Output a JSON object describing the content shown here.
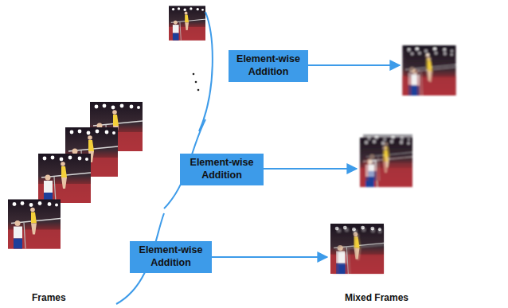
{
  "diagram": {
    "nodes": [
      {
        "text": [
          "Element-wise Addition"
        ]
      },
      {
        "text": [
          "Element-wise Addition"
        ]
      },
      {
        "text": [
          "Element-wise Addition"
        ]
      }
    ],
    "labels": [
      "Frames",
      "Mixed Frames"
    ]
  }
}
